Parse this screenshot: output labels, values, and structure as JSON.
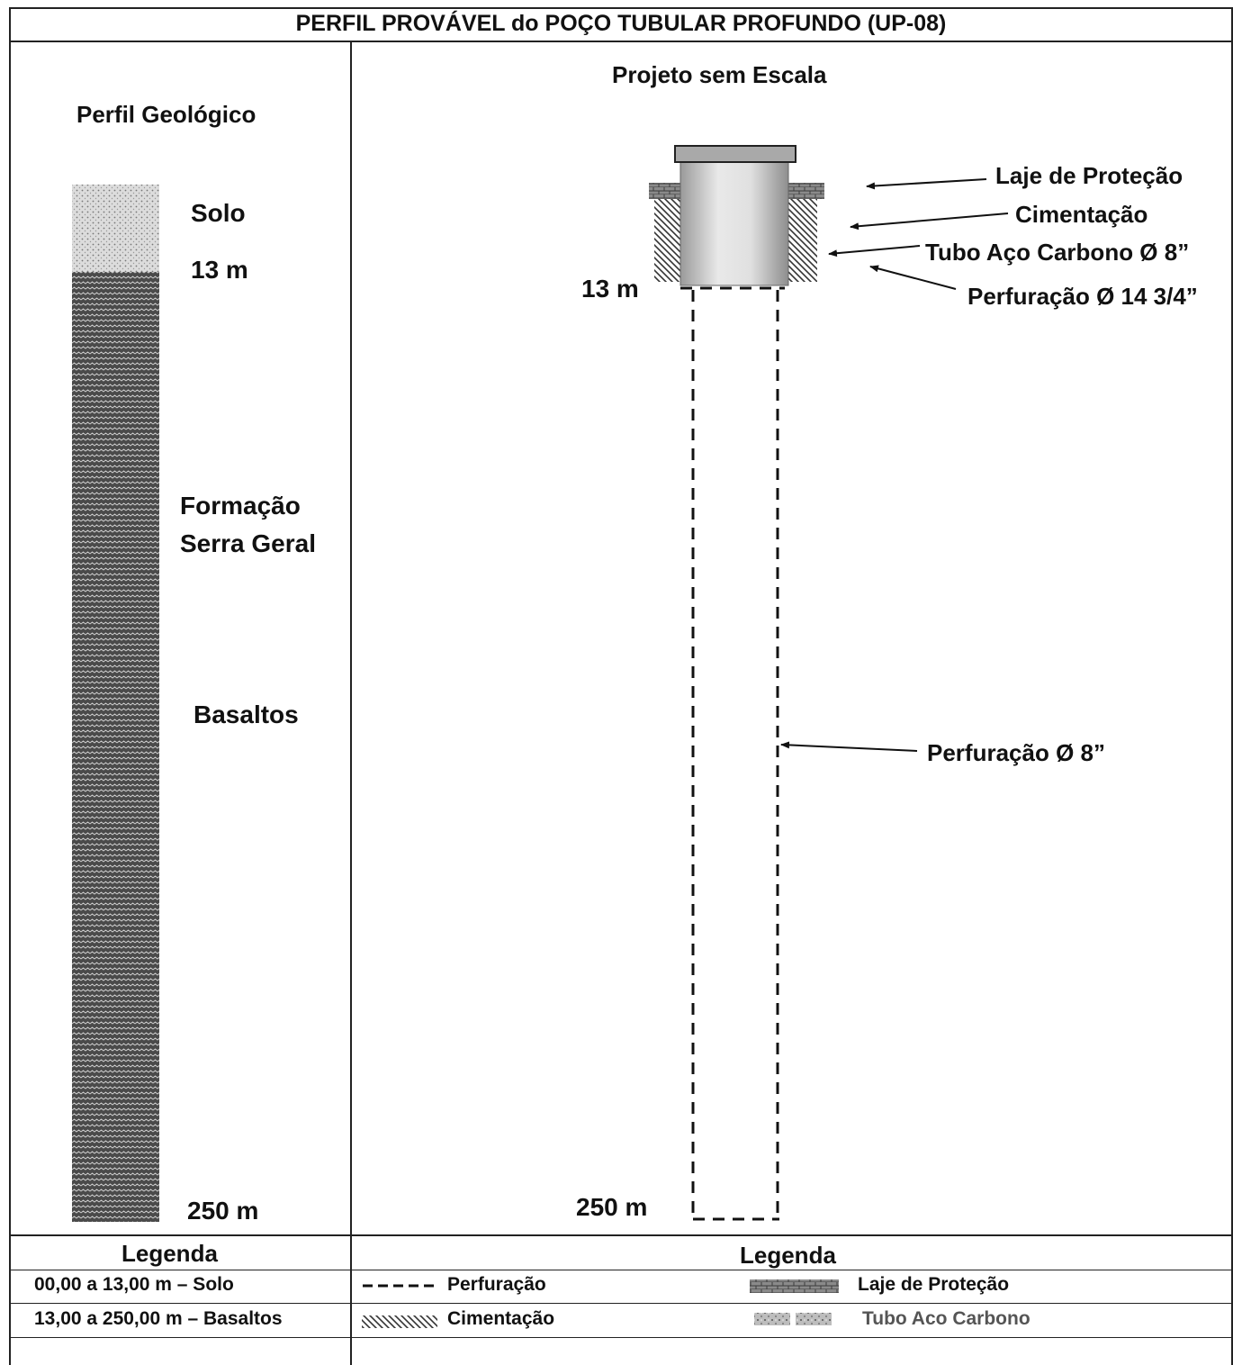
{
  "title": "PERFIL PROVÁVEL do POÇO TUBULAR PROFUNDO (UP-08)",
  "left_panel": {
    "heading": "Perfil Geológico",
    "layers": {
      "solo": "Solo",
      "solo_depth": "13 m",
      "formation_line1": "Formação",
      "formation_line2": "Serra Geral",
      "basaltos": "Basaltos",
      "bottom_depth": "250 m"
    }
  },
  "right_panel": {
    "heading": "Projeto sem Escala",
    "depth_top": "13 m",
    "depth_bottom": "250 m",
    "callouts": {
      "laje": "Laje de Proteção",
      "cimentacao": "Cimentação",
      "tubo": "Tubo Aço Carbono Ø 8”",
      "perf_upper": "Perfuração Ø 14 3/4”",
      "perf_lower": "Perfuração Ø 8”"
    }
  },
  "legend_left": {
    "heading": "Legenda",
    "rows": [
      "00,00 a 13,00 m – Solo",
      "13,00 a 250,00 m – Basaltos"
    ]
  },
  "legend_right": {
    "heading": "Legenda",
    "items": {
      "perfuracao": "Perfuração",
      "cimentacao": "Cimentação",
      "laje": "Laje de Proteção",
      "tubo": "Tubo Aco Carbono"
    }
  }
}
